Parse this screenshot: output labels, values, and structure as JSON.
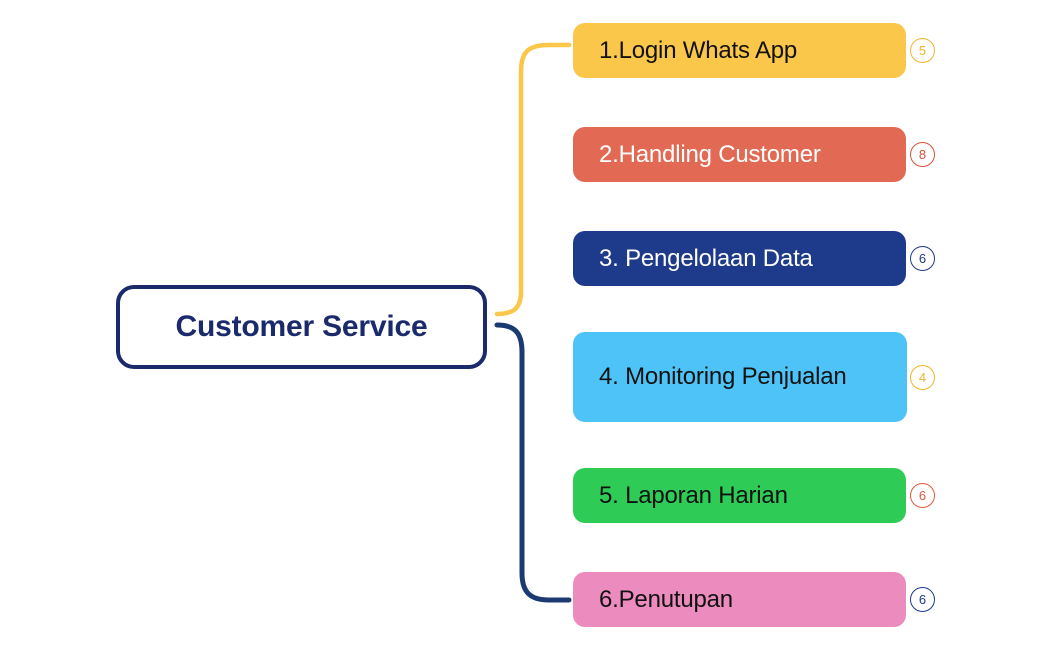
{
  "diagram": {
    "type": "mind-map",
    "title": "Customer Service",
    "root": {
      "label": "Customer Service",
      "text_color": "#1b2a6b",
      "border_color": "#1b2a6b",
      "fill_color": "#ffffff"
    },
    "connectors": [
      {
        "name": "upper-bracket",
        "color": "#fbc74a",
        "links": [
          "node-1",
          "node-2",
          "node-3"
        ]
      },
      {
        "name": "lower-bracket",
        "color": "#1b3a72",
        "links": [
          "node-4",
          "node-5",
          "node-6"
        ]
      }
    ],
    "nodes": [
      {
        "id": "node-1",
        "label": "1.Login Whats App",
        "fill": "#fbc74a",
        "text_color": "#111111",
        "badge": {
          "value": "5",
          "color": "#f0b429"
        }
      },
      {
        "id": "node-2",
        "label": "2.Handling Customer",
        "fill": "#e26a54",
        "text_color": "#ffffff",
        "badge": {
          "value": "8",
          "color": "#d8503a"
        }
      },
      {
        "id": "node-3",
        "label": "3. Pengelolaan Data",
        "fill": "#1e3a8a",
        "text_color": "#ffffff",
        "badge": {
          "value": "6",
          "color": "#1e3a8a"
        }
      },
      {
        "id": "node-4",
        "label": "4. Monitoring Penjualan",
        "fill": "#4ec3f7",
        "text_color": "#111111",
        "badge": {
          "value": "4",
          "color": "#f0b429"
        }
      },
      {
        "id": "node-5",
        "label": "5. Laporan Harian",
        "fill": "#2ecc57",
        "text_color": "#111111",
        "badge": {
          "value": "6",
          "color": "#e2563c"
        }
      },
      {
        "id": "node-6",
        "label": "6.Penutupan",
        "fill": "#ec8bbe",
        "text_color": "#111111",
        "badge": {
          "value": "6",
          "color": "#1e3a8a"
        }
      }
    ]
  }
}
